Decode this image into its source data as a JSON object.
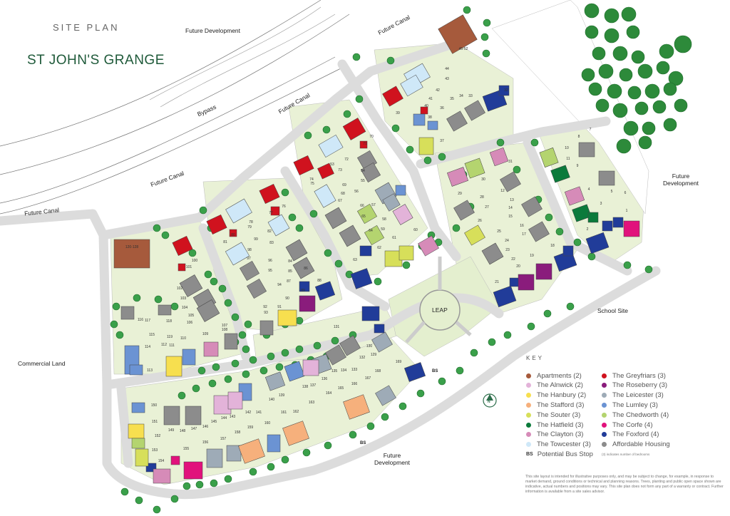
{
  "header": {
    "subtitle": "SITE PLAN",
    "title": "ST JOHN'S GRANGE"
  },
  "map_labels": {
    "future_development_top": "Future Development",
    "future_development_right": "Future Development",
    "future_development_bottom": "Future Development",
    "future_canal_1": "Future Canal",
    "future_canal_2": "Future Canal",
    "future_canal_3": "Future Canal",
    "future_canal_4": "Future Canal",
    "bypass": "Bypass",
    "commercial_land": "Commercial Land",
    "school_site": "School Site",
    "leap": "LEAP",
    "bus_stop_1": "BS",
    "bus_stop_2": "BS",
    "compass": "N"
  },
  "key": {
    "title": "KEY",
    "items": [
      {
        "label": "Apartments (2)",
        "color": "#a65a3c"
      },
      {
        "label": "The Greyfriars (3)",
        "color": "#d0121e"
      },
      {
        "label": "The Alnwick (2)",
        "color": "#e3b3d9"
      },
      {
        "label": "The Roseberry (3)",
        "color": "#8a1c7c"
      },
      {
        "label": "The Hanbury (2)",
        "color": "#f7df4f"
      },
      {
        "label": "The Leicester (3)",
        "color": "#9eabb7"
      },
      {
        "label": "The Stafford (3)",
        "color": "#f6b07c"
      },
      {
        "label": "The Lumley (3)",
        "color": "#6b93d3"
      },
      {
        "label": "The Souter (3)",
        "color": "#d7df5a"
      },
      {
        "label": "The Chedworth (4)",
        "color": "#b4d46f"
      },
      {
        "label": "The Hatfield (3)",
        "color": "#0b7a3b"
      },
      {
        "label": "The Corfe (4)",
        "color": "#e1127c"
      },
      {
        "label": "The Clayton (3)",
        "color": "#d68bb8"
      },
      {
        "label": "The Foxford (4)",
        "color": "#213c99"
      },
      {
        "label": "The Towcester (3)",
        "color": "#cfe8f8"
      },
      {
        "label": "Affordable Housing",
        "color": "#8c8c8c"
      }
    ],
    "bus_stop": {
      "abbr": "BS",
      "label": "Potential Bus Stop"
    },
    "bedrooms_note": "(3) indicates number of bedrooms"
  },
  "disclaimer": "This site layout is intended for illustrative purposes only, and may be subject to change, for example, in response to market demand, ground conditions or technical and planning reasons. Trees, planting and public open space shown are indicative, actual numbers and positions may vary. This site plan does not form any part of a warranty or contract. Further information is available from a site sales advisor.",
  "plots": [
    "1",
    "2",
    "3",
    "4",
    "5",
    "6",
    "7",
    "8",
    "9",
    "10",
    "11",
    "12",
    "13",
    "14",
    "15",
    "16",
    "17",
    "18",
    "19",
    "20",
    "21",
    "22",
    "23",
    "24",
    "25",
    "26",
    "27",
    "28",
    "29",
    "30",
    "31",
    "32",
    "33",
    "34",
    "35",
    "36",
    "37",
    "38",
    "39",
    "40",
    "41",
    "42",
    "43",
    "44",
    "45-52",
    "53",
    "54",
    "55",
    "56",
    "57",
    "58",
    "59",
    "60",
    "61",
    "62",
    "63",
    "64",
    "65",
    "66",
    "67",
    "68",
    "69",
    "70",
    "71",
    "72",
    "73",
    "74",
    "75",
    "76",
    "77",
    "78",
    "79",
    "80",
    "81",
    "82",
    "83",
    "84",
    "85",
    "86",
    "87",
    "88",
    "89",
    "90",
    "91",
    "92",
    "93",
    "94",
    "95",
    "96",
    "97",
    "98",
    "99",
    "100",
    "101",
    "102",
    "103",
    "104",
    "105",
    "106",
    "107",
    "108",
    "109",
    "110",
    "111",
    "112",
    "113",
    "114",
    "115",
    "116",
    "117",
    "118",
    "119",
    "120-128",
    "129",
    "130",
    "131",
    "132",
    "133",
    "134",
    "135",
    "136",
    "137",
    "138",
    "139",
    "140",
    "141",
    "142",
    "143",
    "144",
    "145",
    "146",
    "147",
    "148",
    "149",
    "150",
    "151",
    "152",
    "153",
    "154",
    "155",
    "156",
    "157",
    "158",
    "159",
    "160",
    "161",
    "162",
    "163",
    "164",
    "165",
    "166",
    "167",
    "168",
    "169"
  ]
}
